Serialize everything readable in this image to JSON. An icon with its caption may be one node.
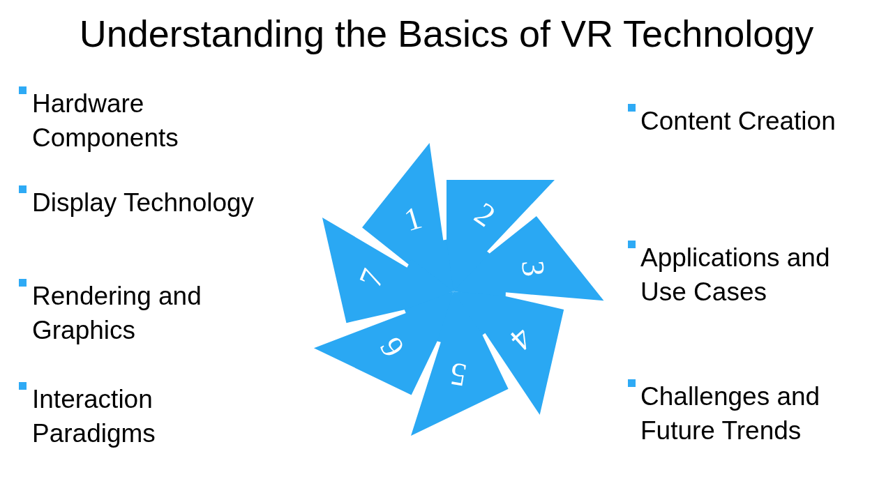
{
  "diagram": {
    "title": "Understanding the Basics of VR Technology",
    "nodes": [
      {
        "text": [
          "1"
        ]
      },
      {
        "text": [
          "2"
        ]
      },
      {
        "text": [
          "3"
        ]
      },
      {
        "text": [
          "4"
        ]
      },
      {
        "text": [
          "5"
        ]
      },
      {
        "text": [
          "6"
        ]
      },
      {
        "text": [
          "7"
        ]
      }
    ],
    "labels": [
      "Hardware Components",
      "Display Technology",
      "Rendering and Graphics",
      "Interaction Paradigms",
      "Content Creation",
      "Applications and Use Cases",
      "Challenges and Future Trends"
    ]
  }
}
